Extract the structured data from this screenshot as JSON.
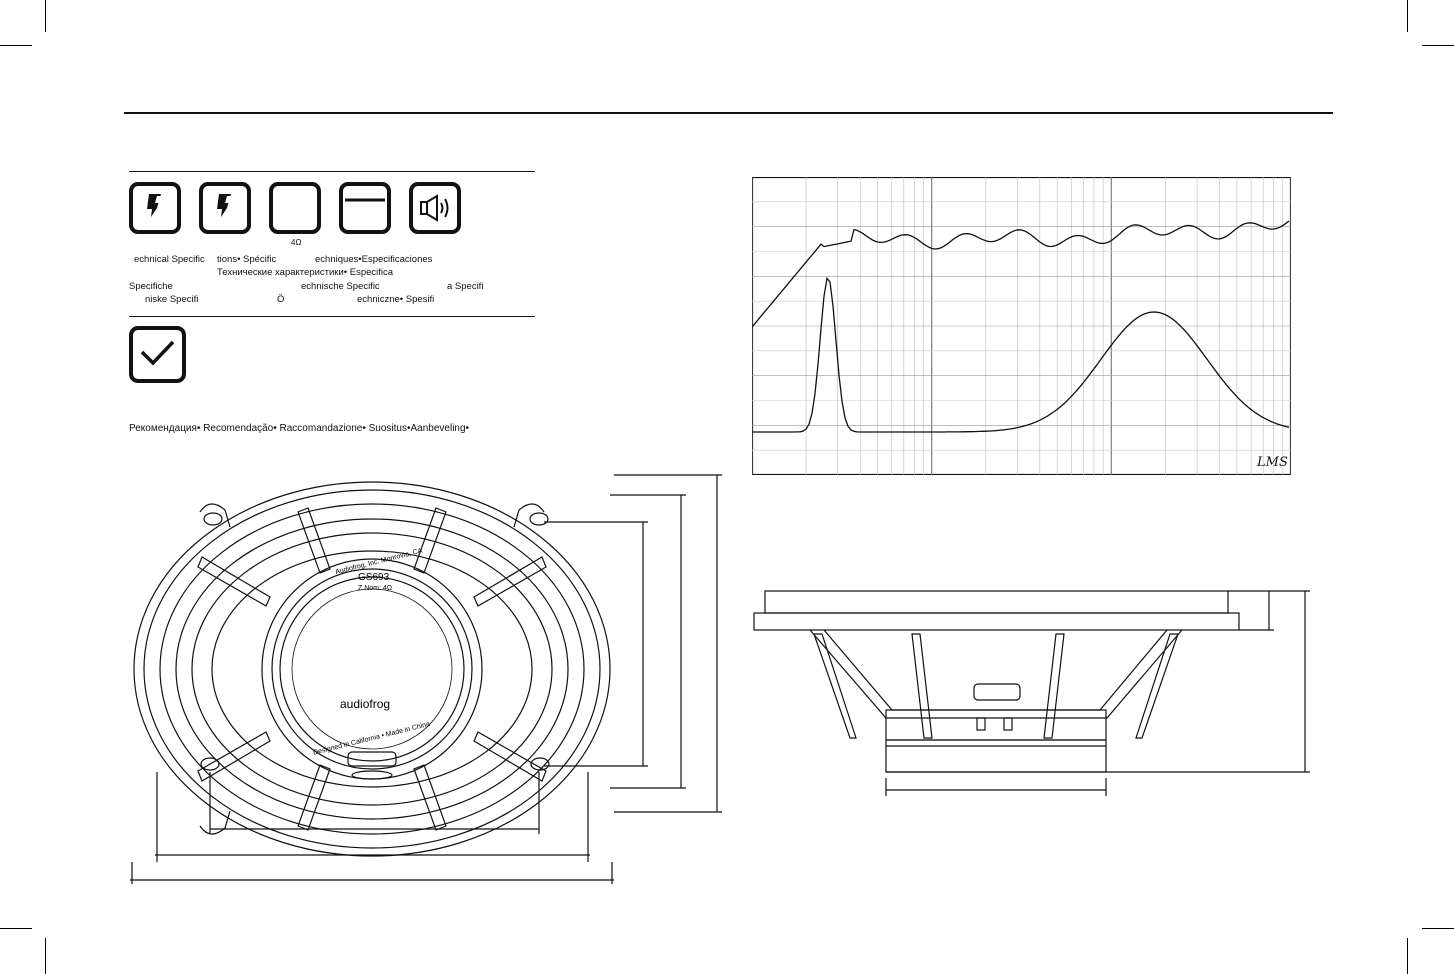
{
  "specs": {
    "impedance_label": "4Ω",
    "line1": [
      "echnical Specific",
      "tions• Spécific",
      "echniques•Especificaciones"
    ],
    "line2": [
      "Технические характеристики• Especifica"
    ],
    "line3": [
      "Specifiche",
      "echnische Specific",
      "a Specifi"
    ],
    "line4": [
      "niske Specifi",
      "Ö",
      "echniczne• Spesifi"
    ]
  },
  "recommendation": "Рекомендация• Recomendação• Raccomandazione• Suositus•Aanbeveling•",
  "icons": [
    "lightning-icon",
    "lightning-icon",
    "blank-icon",
    "window-icon",
    "speaker-icon",
    "checkmark-icon"
  ],
  "chart": {
    "logo": "LMS"
  },
  "speaker_label": {
    "brand": "audiofrog",
    "company": "Audiofrog, Inc. Monrovia, CA",
    "model": "GS693",
    "impedance": "Z Nom: 4Ω",
    "footer": "Designed in California  •  Made in China"
  }
}
